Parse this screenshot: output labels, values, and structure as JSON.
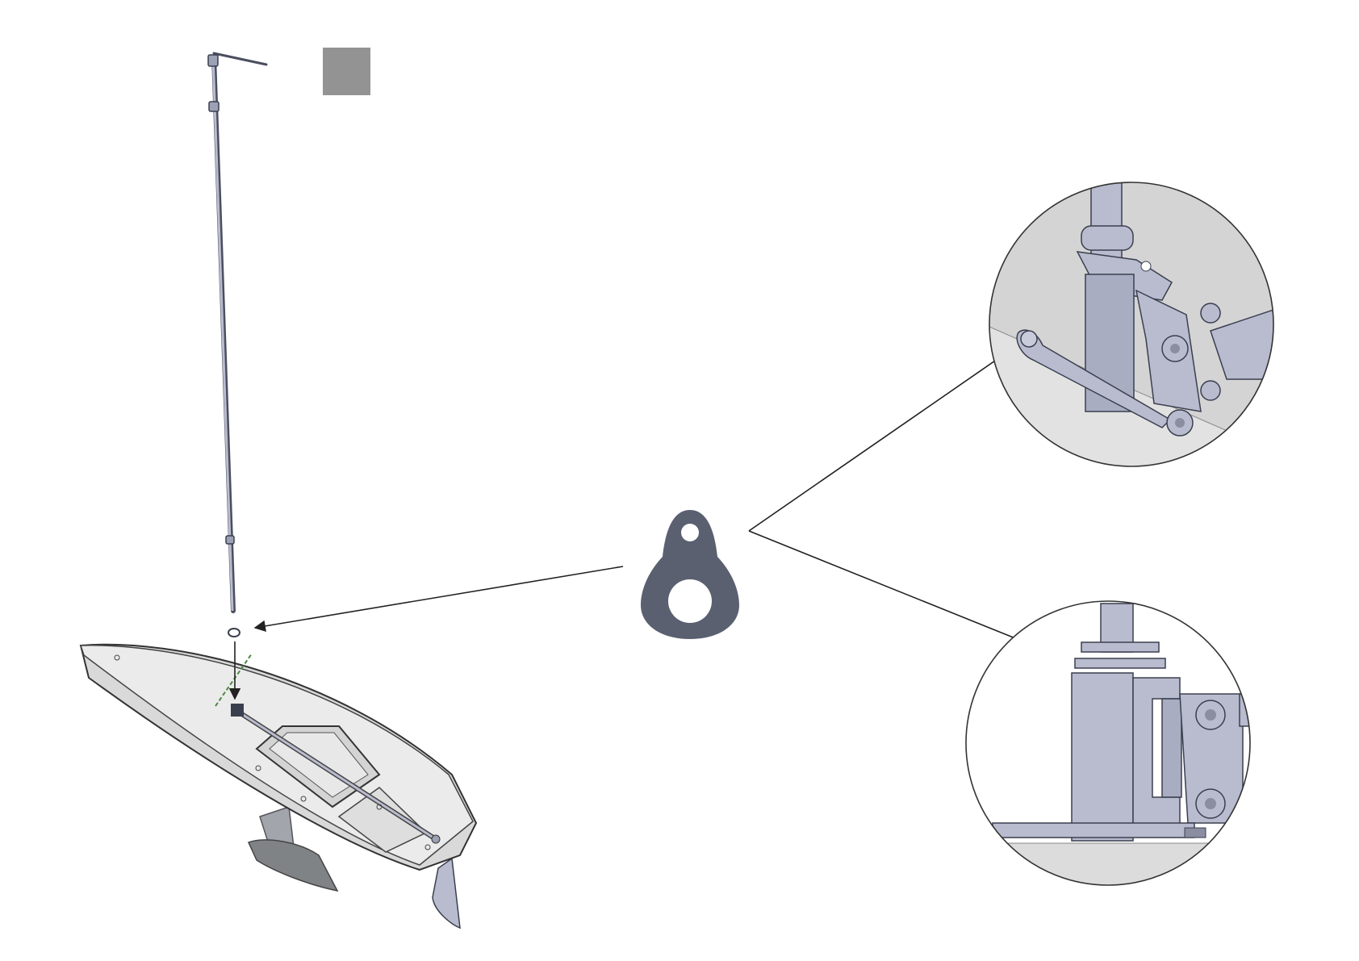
{
  "figure": {
    "swatch_color": "#939393",
    "line_color": "#222222",
    "washer_color": "#5a6070",
    "part_color": "#b9bccf",
    "part_edge": "#3a3f4e",
    "hull_color": "#e2e2e2",
    "detail_bg": "#d6d6d6"
  },
  "parts": {
    "mast": "mast",
    "hull": "hull",
    "keel": "keel",
    "rudder": "rudder",
    "washer": "washer",
    "top_detail": "detail-view-top",
    "bottom_detail": "detail-view-bottom"
  }
}
